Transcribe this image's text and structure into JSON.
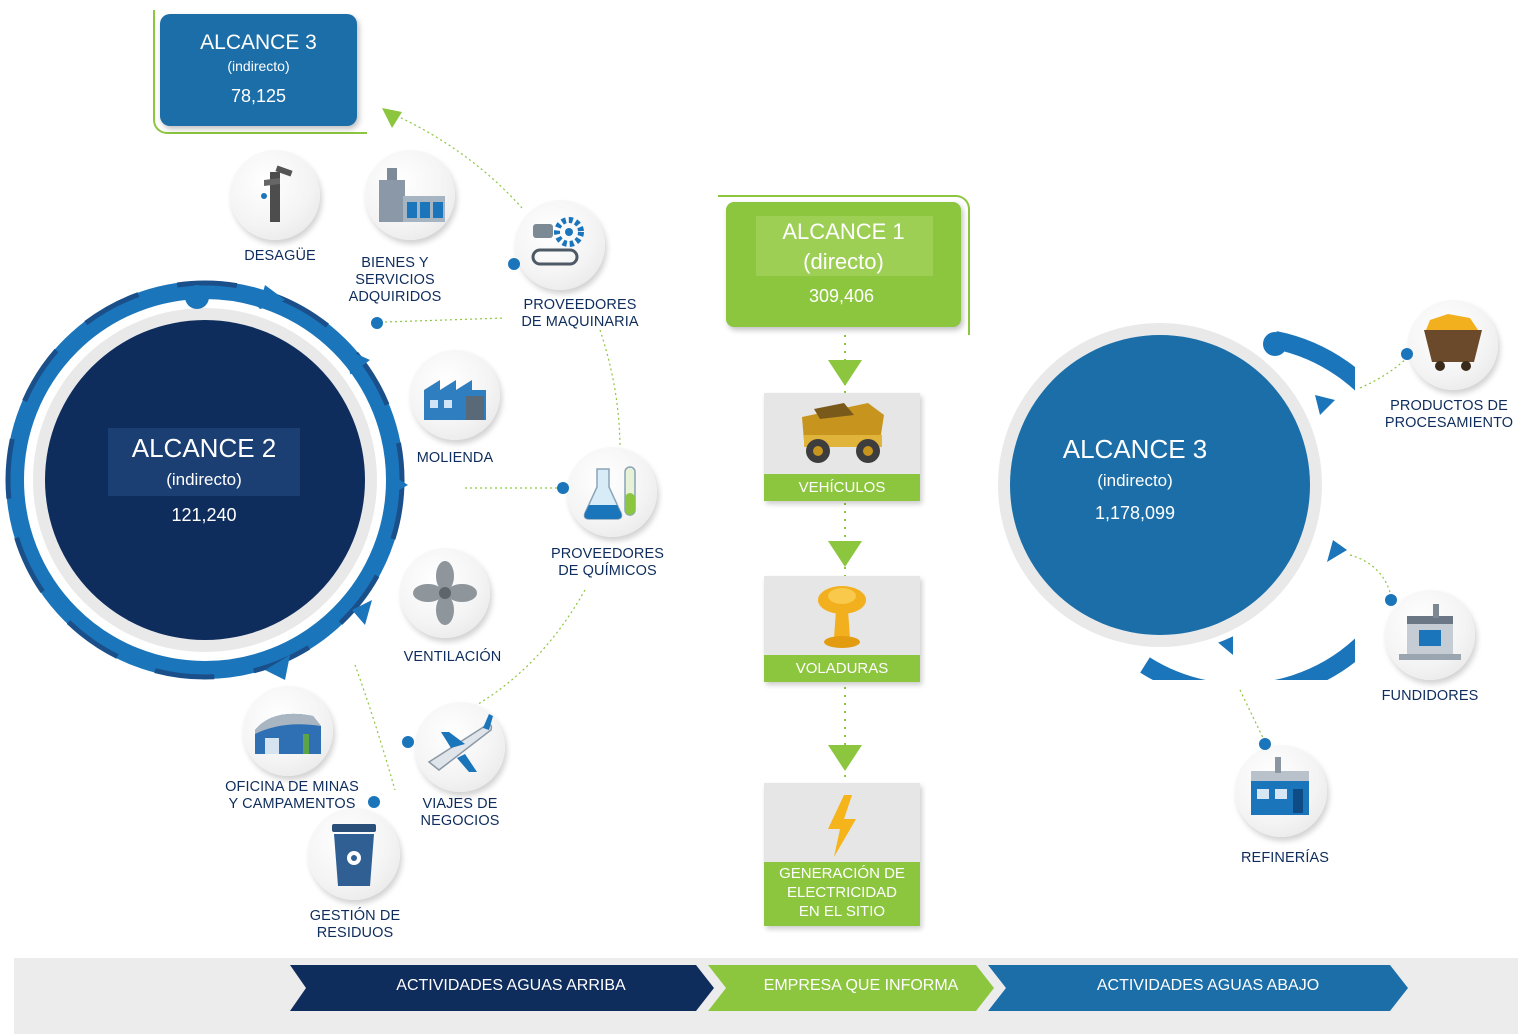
{
  "scope3_up": {
    "title": "ALCANCE 3",
    "sub": "(indirecto)",
    "value": "78,125"
  },
  "scope2": {
    "title": "ALCANCE 2",
    "sub": "(indirecto)",
    "value": "121,240"
  },
  "scope1": {
    "title": "ALCANCE 1",
    "sub": "(directo)",
    "value": "309,406"
  },
  "scope3_down": {
    "title": "ALCANCE 3",
    "sub": "(indirecto)",
    "value": "1,178,099"
  },
  "upstream_items": {
    "desague": "DESAGÜE",
    "bienes": "BIENES Y\nSERVICIOS\nADQUIRIDOS",
    "maquinaria": "PROVEEDORES\nDE MAQUINARIA",
    "molienda": "MOLIENDA",
    "quimicos": "PROVEEDORES\nDE QUÍMICOS",
    "ventilacion": "VENTILACIÓN",
    "oficina": "OFICINA DE MINAS\nY CAMPAMENTOS",
    "viajes": "VIAJES DE\nNEGOCIOS",
    "residuos": "GESTIÓN DE\nRESIDUOS"
  },
  "company_steps": {
    "vehiculos": "VEHÍCULOS",
    "voladuras": "VOLADURAS",
    "electricidad": "GENERACIÓN DE\nELECTRICIDAD\nEN EL SITIO"
  },
  "downstream_items": {
    "productos": "PRODUCTOS DE\nPROCESAMIENTO",
    "fundidores": "FUNDIDORES",
    "refinerias": "REFINERÍAS"
  },
  "banner": {
    "upstream": "ACTIVIDADES AGUAS ARRIBA",
    "company": "EMPRESA QUE INFORMA",
    "downstream": "ACTIVIDADES AGUAS ABAJO"
  },
  "colors": {
    "navy": "#0f2d5c",
    "blue": "#1b75bb",
    "green": "#8cc63f",
    "grey": "#ececec"
  },
  "icons": [
    "water-pump-icon",
    "building-icon",
    "gears-icon",
    "factory-icon",
    "flask-icon",
    "fan-icon",
    "warehouse-icon",
    "airplane-icon",
    "recycle-bin-icon",
    "truck-icon",
    "explosion-icon",
    "lightning-icon",
    "ore-cart-icon",
    "smelter-icon",
    "refinery-icon"
  ]
}
